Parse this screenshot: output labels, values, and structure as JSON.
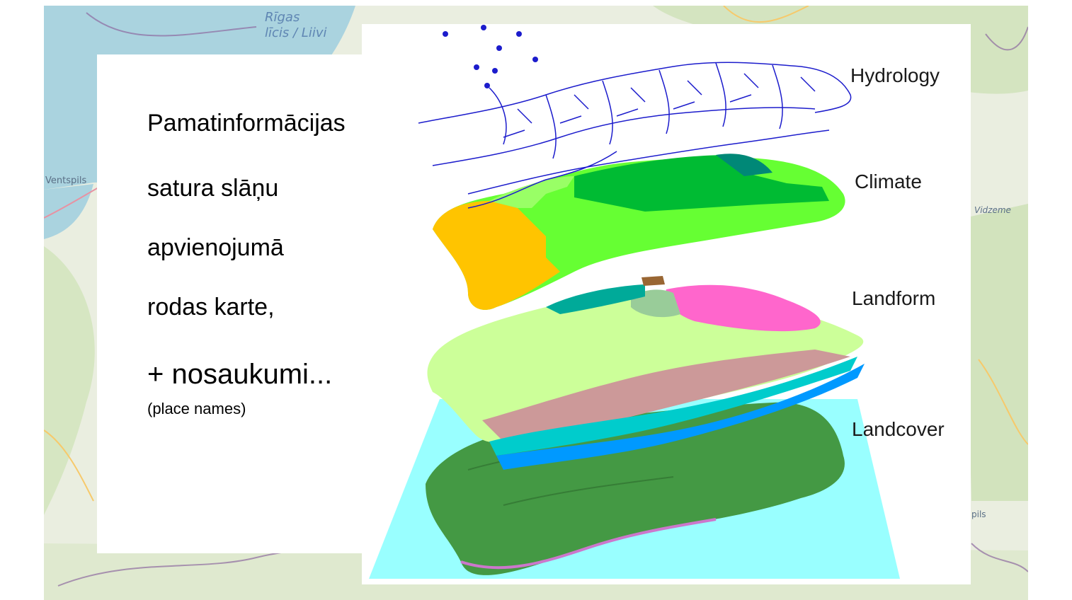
{
  "map": {
    "labels": {
      "riga": "Rīgas\nlīcis / Liivi",
      "ventspils": "Ventspils",
      "vidzeme": "Vidzeme",
      "pils": "pils"
    }
  },
  "text": {
    "line1": "Pamatinformācijas",
    "line2": "satura slāņu",
    "line3": "apvienojumā",
    "line4": "rodas karte,",
    "line5": "+ nosaukumi...",
    "line6": "(place names)"
  },
  "diagram": {
    "layers": [
      {
        "name": "hydrology",
        "label": "Hydrology"
      },
      {
        "name": "climate",
        "label": "Climate"
      },
      {
        "name": "landform",
        "label": "Landform"
      },
      {
        "name": "landcover",
        "label": "Landcover"
      }
    ],
    "colors": {
      "water": "#1c1ccc",
      "climate_yellow": "#ffc400",
      "climate_green": "#66ff33",
      "climate_light": "#99ff66",
      "climate_dark": "#00bb33",
      "climate_teal": "#008877",
      "landform_pale": "#ccff99",
      "landform_tan": "#cc9999",
      "landform_pink": "#ff66cc",
      "landform_blue": "#0099ff",
      "landcover_base": "#99ffff",
      "landcover_green": "#449944"
    }
  }
}
